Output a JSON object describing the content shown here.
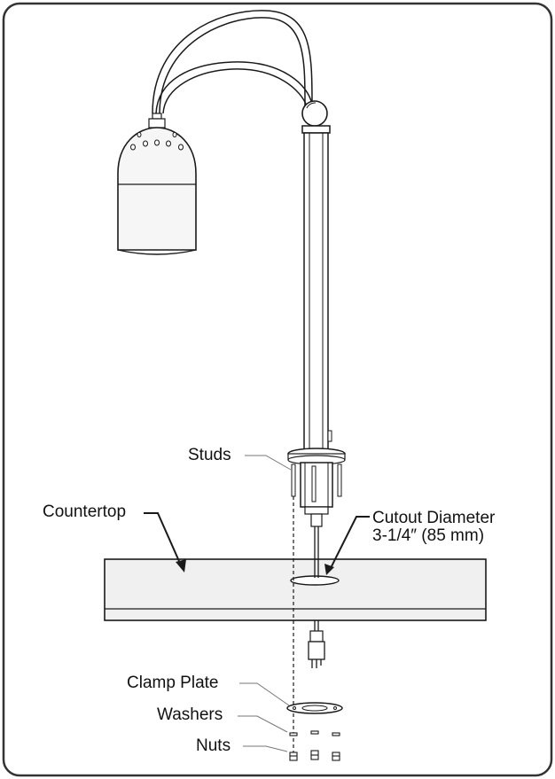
{
  "labels": {
    "studs": "Studs",
    "countertop": "Countertop",
    "cutout_line1": "Cutout Diameter",
    "cutout_line2": "3-1/4″ (85 mm)",
    "clamp_plate": "Clamp Plate",
    "washers": "Washers",
    "nuts": "Nuts"
  },
  "colors": {
    "stroke": "#1a1a1a",
    "counter_fill": "#efefef",
    "lamp_fill": "#f4f4f4",
    "frame": "#333333"
  }
}
